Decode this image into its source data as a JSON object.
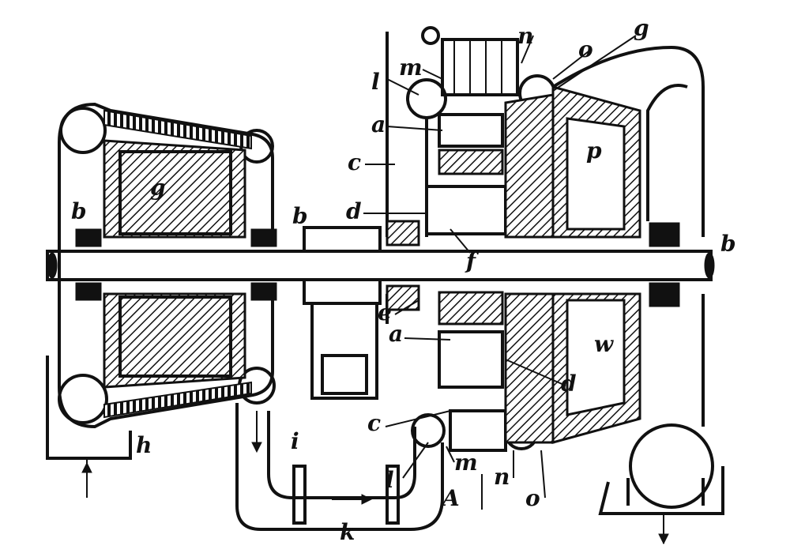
{
  "labels": {
    "a_top": "a",
    "a_bottom": "a",
    "b_left": "b",
    "b_mid": "b",
    "b_right": "b",
    "c_top": "c",
    "c_bottom": "c",
    "d_top": "d",
    "d_bottom": "d",
    "e": "e",
    "f": "f",
    "g_left": "g",
    "g_top": "g",
    "h": "h",
    "i": "i",
    "k": "k",
    "l_top": "l",
    "l_bottom": "l",
    "m_top": "m",
    "m_bottom": "m",
    "n_top": "n",
    "n_bottom": "n",
    "o_top": "o",
    "o_bottom": "o",
    "p": "p",
    "w": "w",
    "A": "A"
  }
}
